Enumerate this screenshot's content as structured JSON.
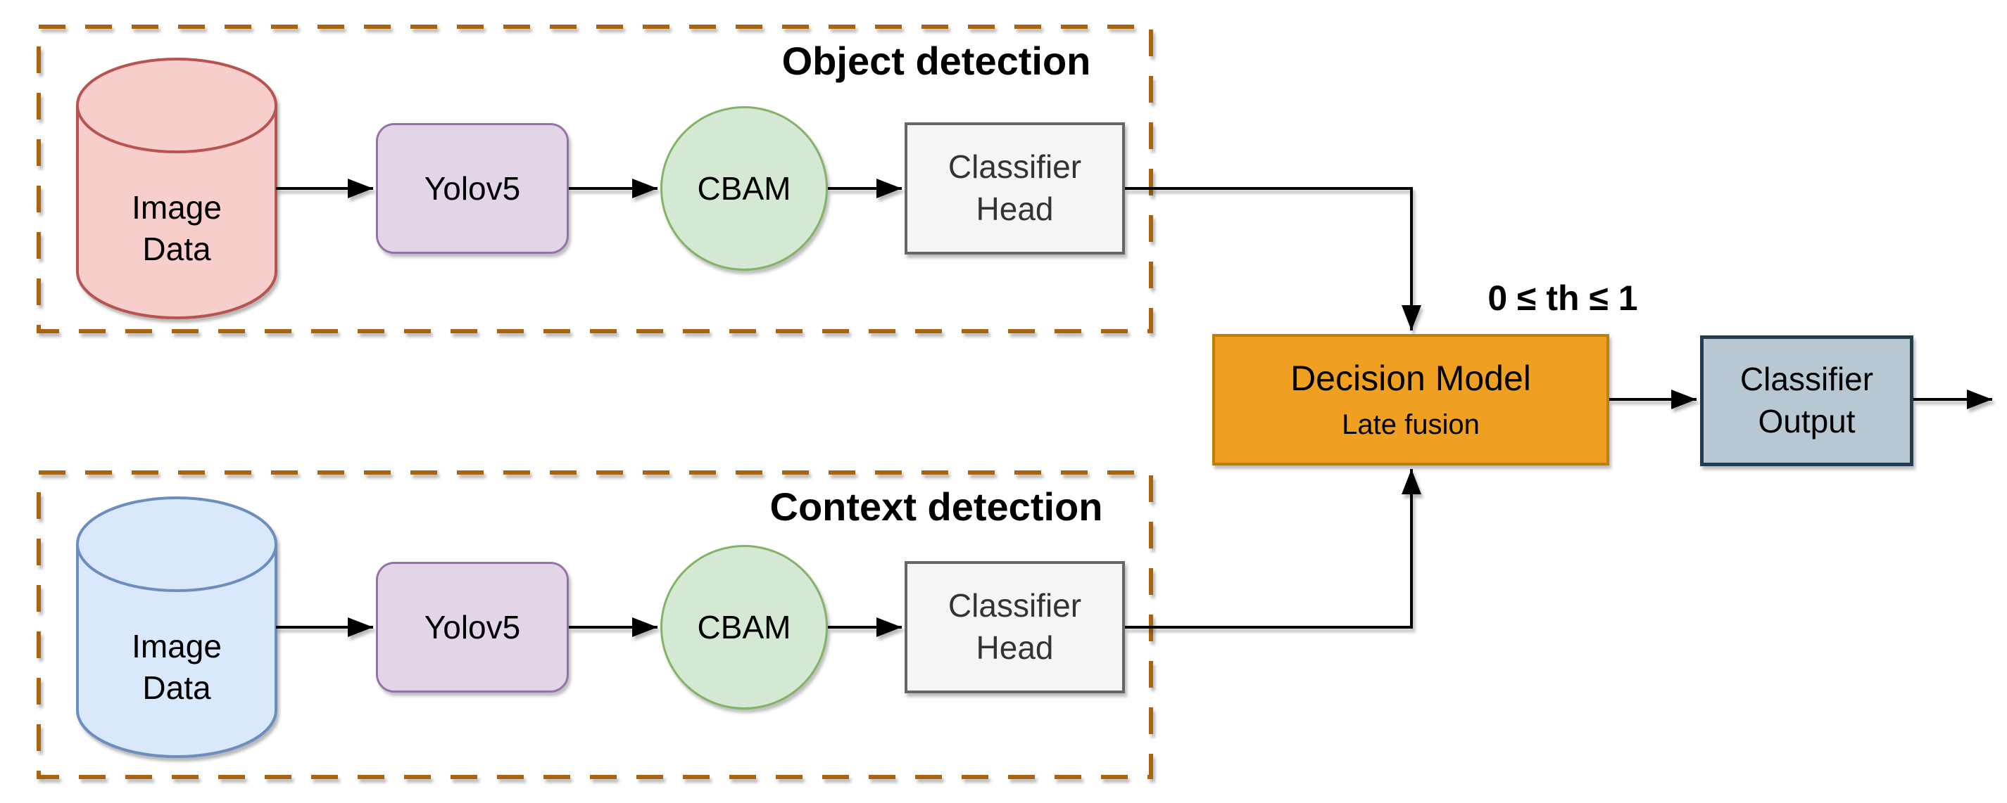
{
  "colors": {
    "background": "#ffffff",
    "group_border": "#a8640f",
    "arrow": "#000000",
    "cylinder_red_fill": "#f8cecc",
    "cylinder_red_stroke": "#b85450",
    "cylinder_blue_fill": "#dae8fc",
    "cylinder_blue_stroke": "#6c8ebf",
    "yolo_fill": "#e1d5e7",
    "yolo_stroke": "#9673a6",
    "cbam_fill": "#d5e8d4",
    "cbam_stroke": "#82b366",
    "head_fill": "#f5f5f5",
    "head_stroke": "#666666",
    "head_text": "#333333",
    "decision_fill": "#efa020",
    "decision_stroke": "#c17f00",
    "output_fill": "#b8c8d3",
    "output_stroke": "#1f3d54"
  },
  "groups": {
    "object": {
      "title": "Object detection"
    },
    "context": {
      "title": "Context detection"
    }
  },
  "nodes": {
    "image_data_object": "Image\nData",
    "yolo_object": "Yolov5",
    "cbam_object": "CBAM",
    "head_object": "Classifier\nHead",
    "image_data_context": "Image\nData",
    "yolo_context": "Yolov5",
    "cbam_context": "CBAM",
    "head_context": "Classifier\nHead",
    "decision": {
      "title": "Decision Model",
      "subtitle": "Late fusion"
    },
    "output": "Classifier\nOutput"
  },
  "annotations": {
    "threshold": "0 ≤ th ≤ 1"
  }
}
